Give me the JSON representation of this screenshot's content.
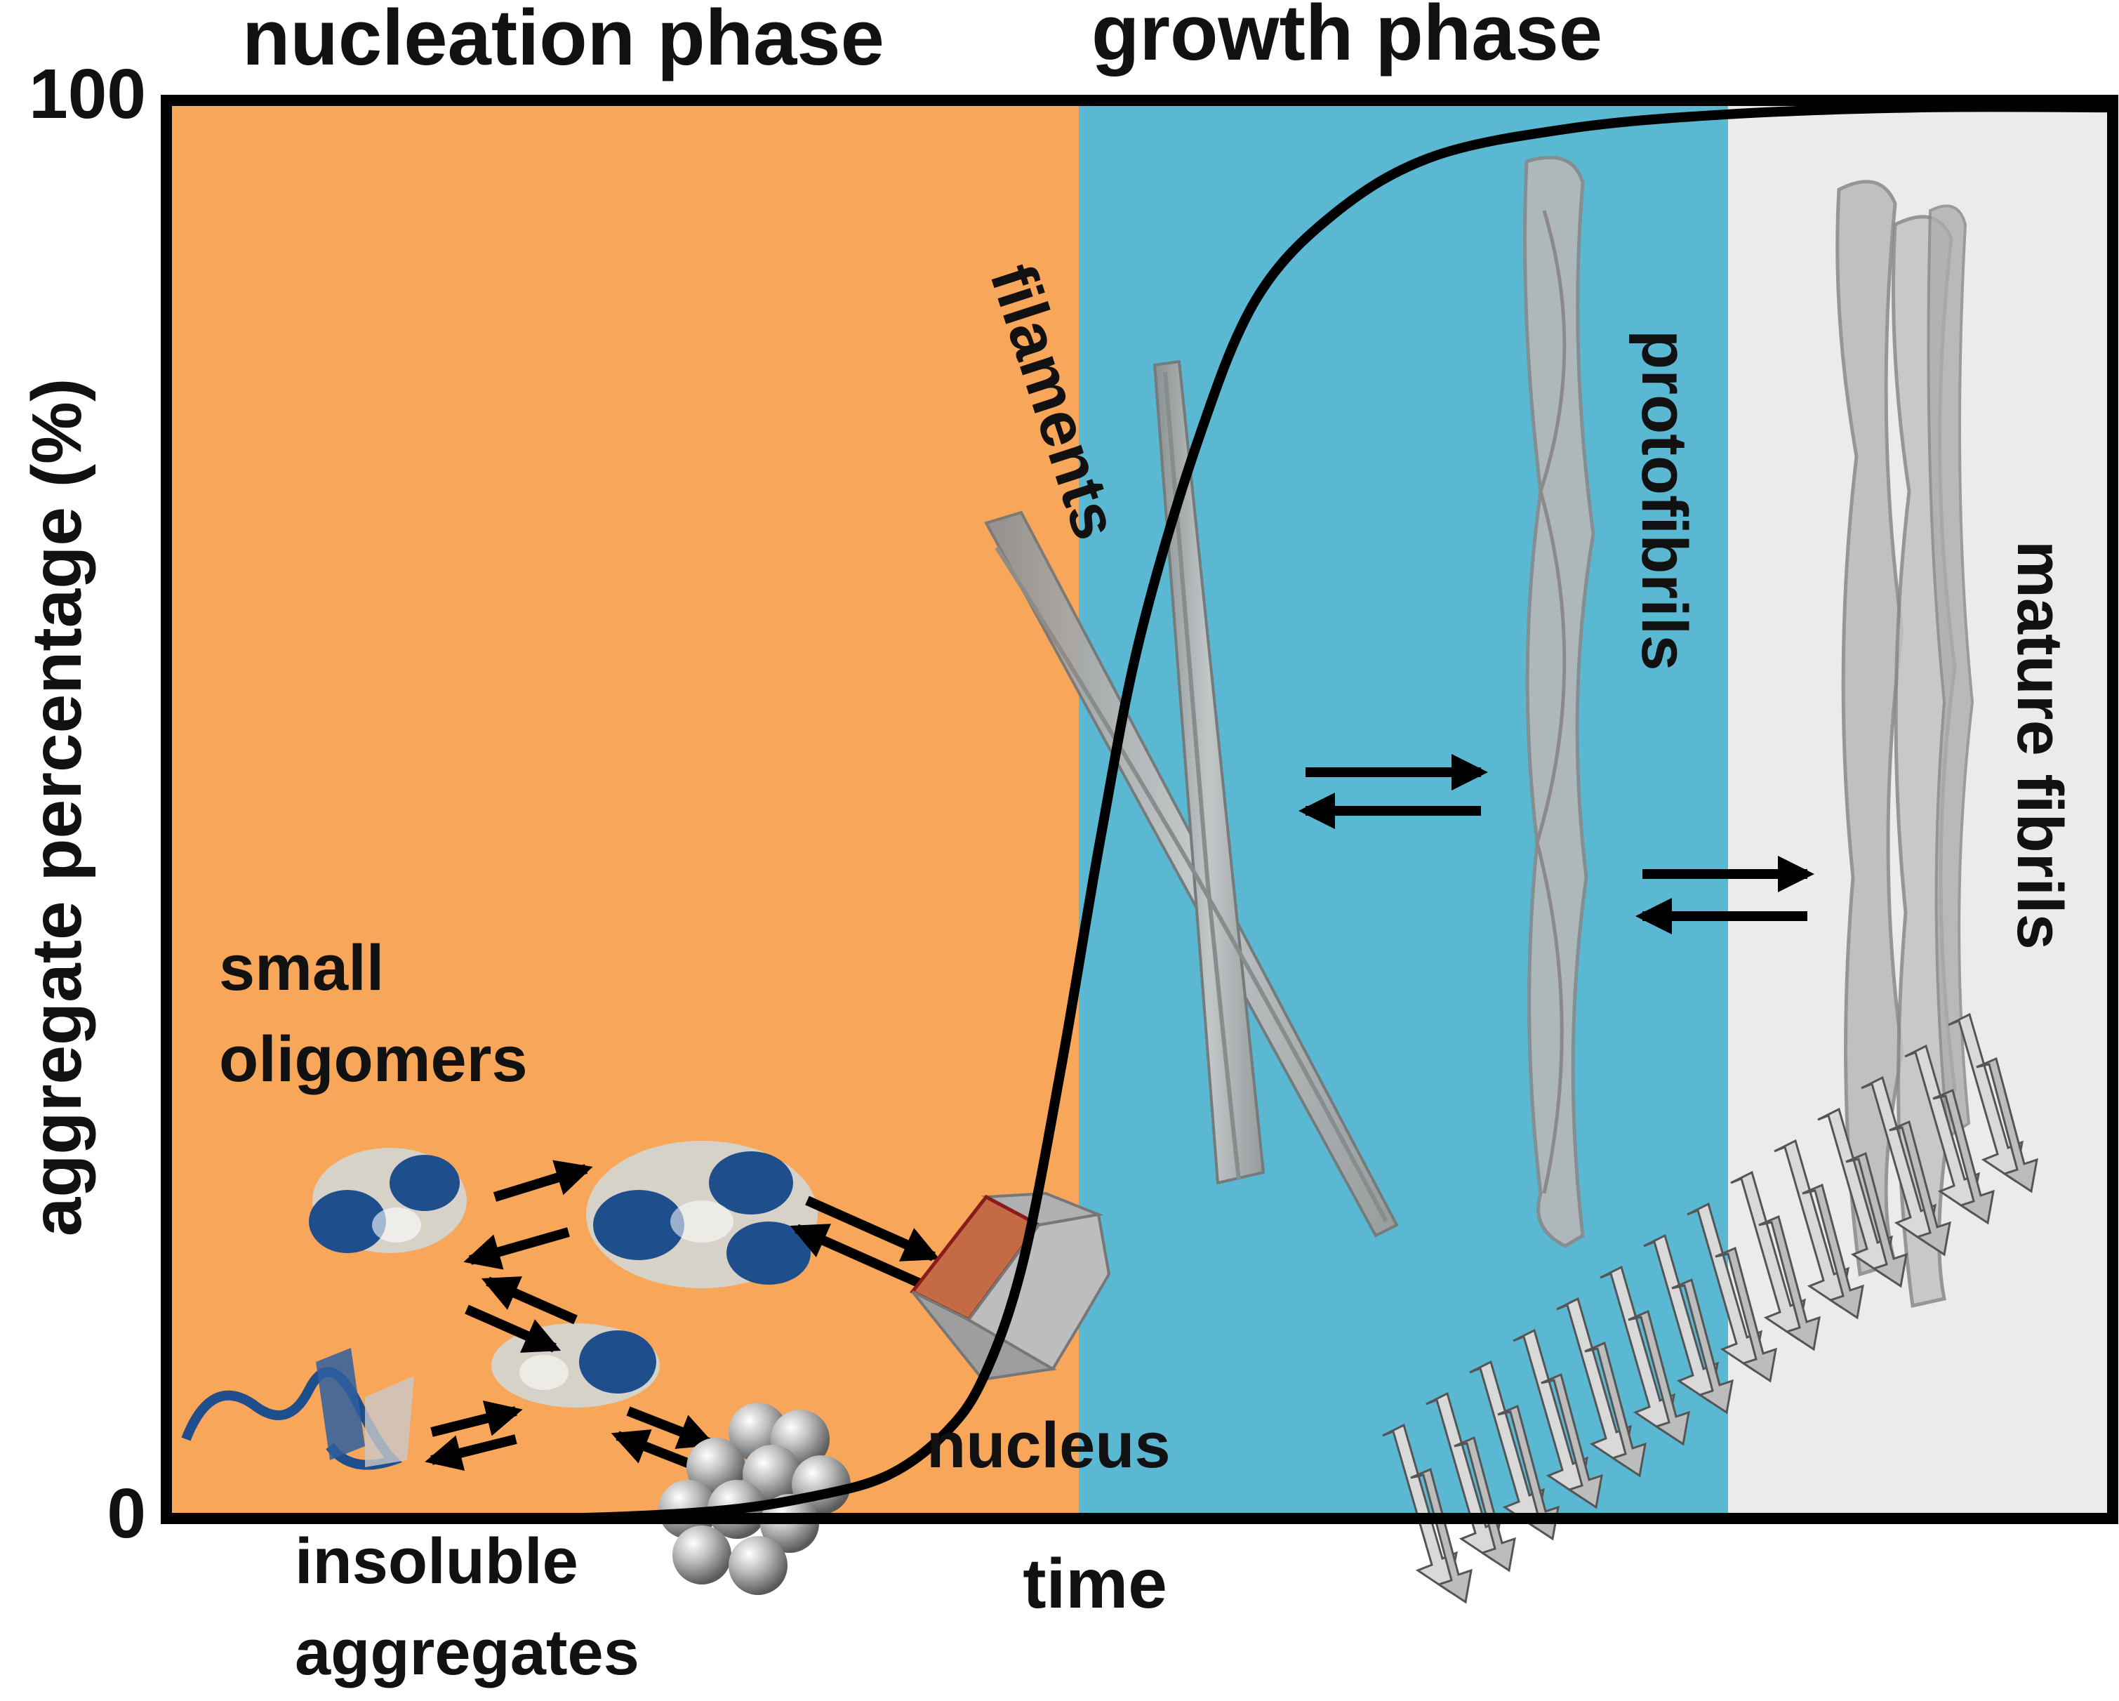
{
  "labels": {
    "nucleation_phase": "nucleation phase",
    "growth_phase": "growth phase",
    "y_axis_label": "aggregate percentage (%)",
    "y_max": "100",
    "y_min": "0",
    "x_axis_label": "time",
    "small_oligomers_line1": "small",
    "small_oligomers_line2": "oligomers",
    "insoluble_line1": "insoluble",
    "insoluble_line2": "aggregates",
    "nucleus": "nucleus",
    "filaments": "filaments",
    "protofibrils": "protofibrils",
    "mature_fibrils": "mature fibrils"
  },
  "colors": {
    "nucleation_region": "#F7A65A",
    "growth_region": "#5BB8D3",
    "mature_region": "#EBEBEB",
    "curve": "#000000",
    "oligomer_dark": "#1F4E8C",
    "oligomer_light": "#D6D2C8",
    "nucleus_face": "#C46A45",
    "fibril": "#A9A9A9"
  },
  "chart_data": {
    "type": "line",
    "xlabel": "time",
    "ylabel": "aggregate percentage (%)",
    "ylim": [
      0,
      100
    ],
    "grid": false,
    "x": [
      0,
      0.1,
      0.2,
      0.28,
      0.33,
      0.37,
      0.4,
      0.42,
      0.44,
      0.46,
      0.48,
      0.5,
      0.53,
      0.56,
      0.6,
      0.65,
      0.72,
      0.8,
      0.9,
      1.0
    ],
    "series": [
      {
        "values": [
          0,
          0,
          0,
          0.5,
          1.5,
          3,
          6,
          10,
          18,
          32,
          48,
          62,
          76,
          86,
          92,
          96,
          98,
          99,
          99.5,
          99.5
        ]
      }
    ],
    "regions": [
      {
        "label": "nucleation phase",
        "from": 0,
        "to": 0.47
      },
      {
        "label": "growth phase",
        "from": 0.47,
        "to": 1.0
      }
    ]
  }
}
